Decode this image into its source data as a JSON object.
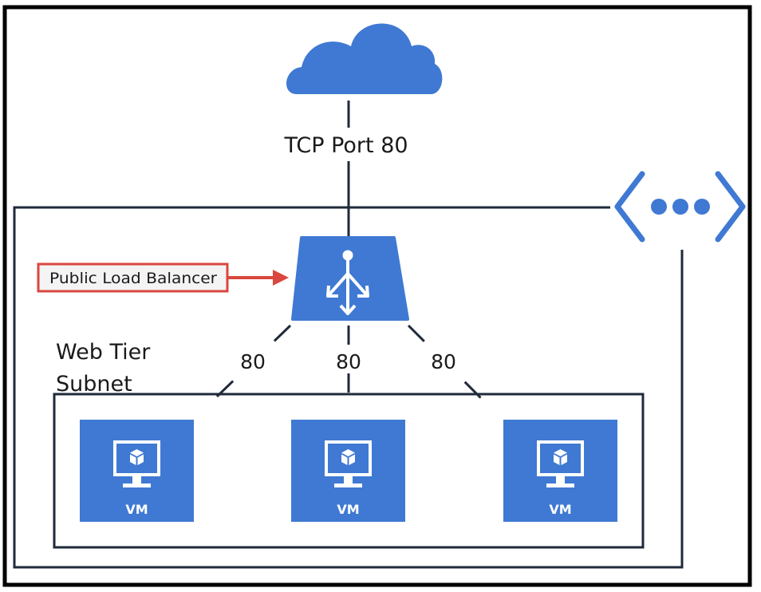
{
  "diagram": {
    "internet_label": "TCP Port 80",
    "load_balancer_callout": "Public Load Balancer",
    "subnet_label_line1": "Web Tier",
    "subnet_label_line2": "Subnet",
    "port_labels": [
      "80",
      "80",
      "80"
    ],
    "vm_labels": [
      "VM",
      "VM",
      "VM"
    ]
  },
  "colors": {
    "azure_blue": "#3f79d3",
    "line": "#1f2a3a",
    "callout_red": "#d9473f"
  },
  "icons": {
    "cloud": "cloud-icon",
    "load_balancer": "load-balancer-icon",
    "vnet": "virtual-network-icon",
    "vm": "virtual-machine-icon"
  }
}
